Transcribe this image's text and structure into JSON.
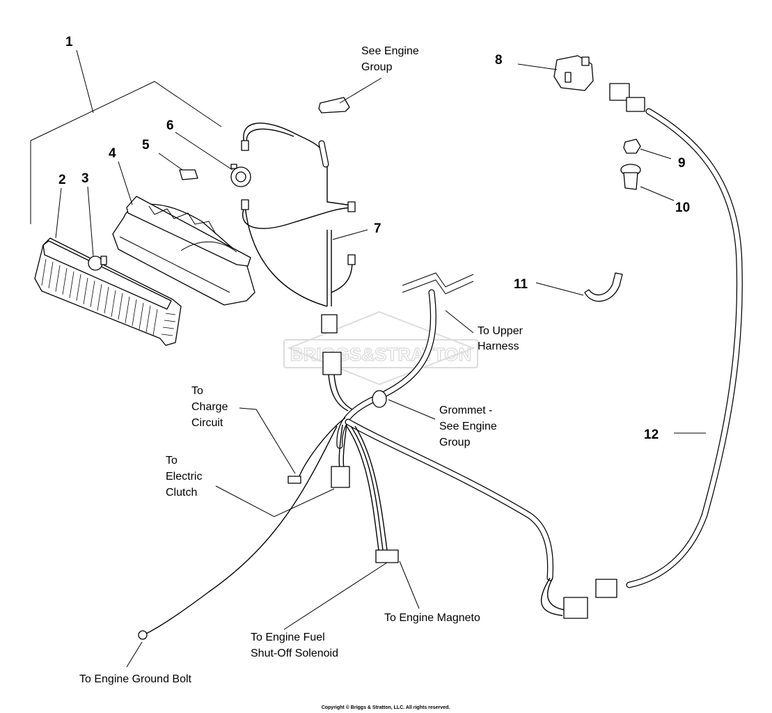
{
  "watermark": {
    "text": "BRIGGS&STRATTON"
  },
  "copyright": "Copyright © Briggs & Stratton, LLC. All rights reserved.",
  "callouts": [
    "1",
    "2",
    "3",
    "4",
    "5",
    "6",
    "7",
    "8",
    "9",
    "10",
    "11",
    "12"
  ],
  "labels": {
    "see_engine_group": [
      "See Engine",
      "Group"
    ],
    "to_upper_harness": [
      "To Upper",
      "Harness"
    ],
    "to_charge_circuit": [
      "To",
      "Charge",
      "Circuit"
    ],
    "grommet": [
      "Grommet -",
      "See Engine",
      "Group"
    ],
    "to_electric_clutch": [
      "To",
      "Electric",
      "Clutch"
    ],
    "to_engine_magneto": "To Engine Magneto",
    "to_fuel_solenoid": [
      "To Engine Fuel",
      "Shut-Off Solenoid"
    ],
    "to_ground_bolt": "To Engine Ground Bolt"
  }
}
